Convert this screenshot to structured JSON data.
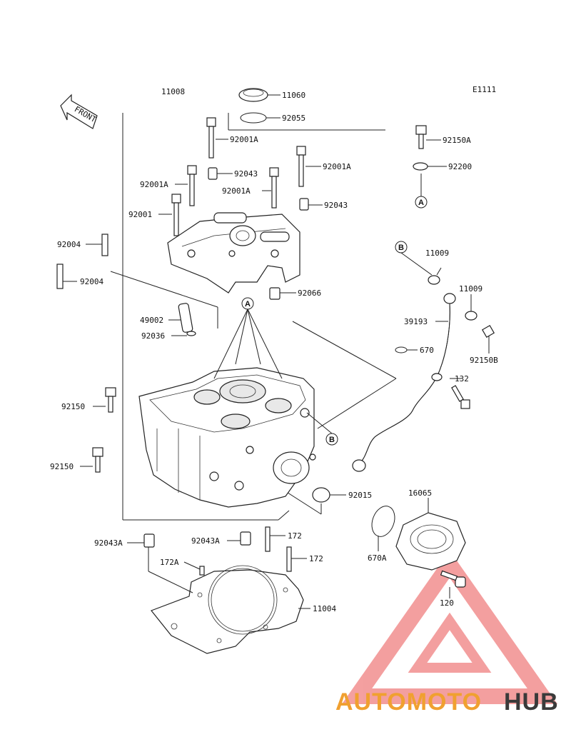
{
  "diagram_id": "E1111",
  "front_label": "FRONT",
  "parts": {
    "p11008": "11008",
    "p11060": "11060",
    "p92055": "92055",
    "p92001A_top": "92001A",
    "p92150A": "92150A",
    "p92001A_right": "92001A",
    "p92043_top": "92043",
    "p92200": "92200",
    "p92001A_left": "92001A",
    "p92001A_mid": "92001A",
    "p92043_right": "92043",
    "p92001": "92001",
    "p92004_a": "92004",
    "p92004_b": "92004",
    "p11009_a": "11009",
    "p11009_b": "11009",
    "p92066": "92066",
    "p49002": "49002",
    "p39193": "39193",
    "p92036": "92036",
    "p670": "670",
    "p92150B": "92150B",
    "p132": "132",
    "p92150_a": "92150",
    "p92150_b": "92150",
    "p92015": "92015",
    "p16065": "16065",
    "p92043A_a": "92043A",
    "p92043A_b": "92043A",
    "p172_a": "172",
    "p172A": "172A",
    "p172_b": "172",
    "p670A": "670A",
    "p120": "120",
    "p11004": "11004"
  },
  "callouts": {
    "A": "A",
    "B": "B"
  },
  "watermark": {
    "part1": "AUTOMOTO",
    "part2": "HUB",
    "color_red": "#e04545",
    "color_orange": "#f0a030",
    "color_grey": "#3a3a3a"
  }
}
